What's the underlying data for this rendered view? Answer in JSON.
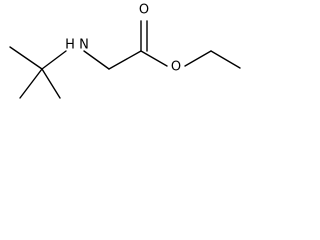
{
  "molecule": {
    "atoms": {
      "nitrogen": {
        "label": "H N"
      },
      "oxygen_carbonyl": {
        "label": "O"
      },
      "oxygen_ester": {
        "label": "O"
      }
    }
  }
}
